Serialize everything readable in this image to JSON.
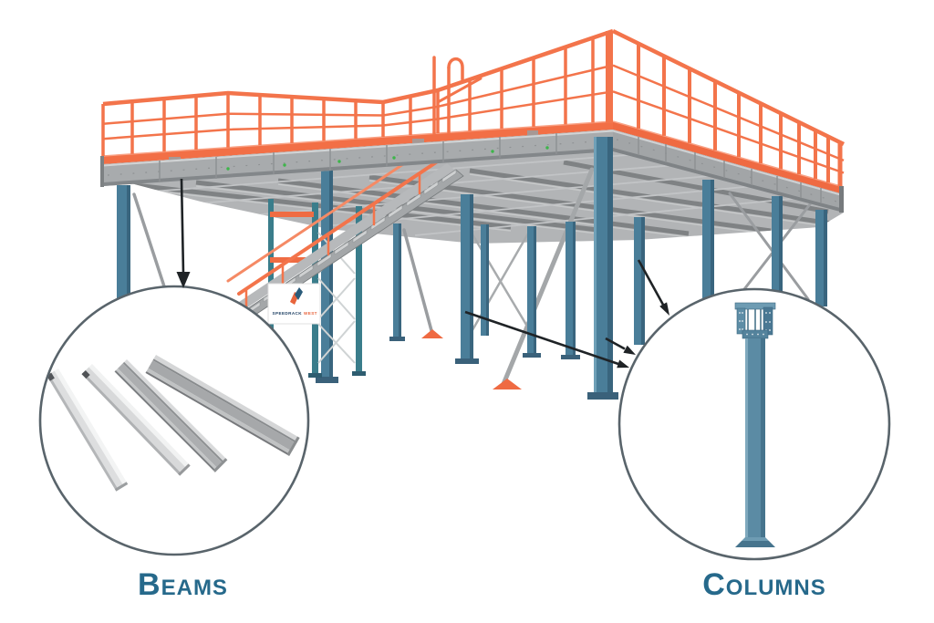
{
  "illustration": {
    "sign": {
      "brand": "SPEEDRACK",
      "region": "WEST"
    },
    "callouts": [
      {
        "id": "beams",
        "label": "Beams"
      },
      {
        "id": "columns",
        "label": "Columns"
      }
    ],
    "colors": {
      "background": "#ffffff",
      "railing_orange": "#f3744b",
      "kickplate_orange": "#ef6a42",
      "structure_blue": "#4a7e99",
      "steel_gray": "#a8abad",
      "soffit_gray": "#b2b4b6",
      "label_teal": "#26698b",
      "arrow_black": "#1f2326",
      "circle_border": "#59646b",
      "clip_green": "#3db54a"
    }
  }
}
